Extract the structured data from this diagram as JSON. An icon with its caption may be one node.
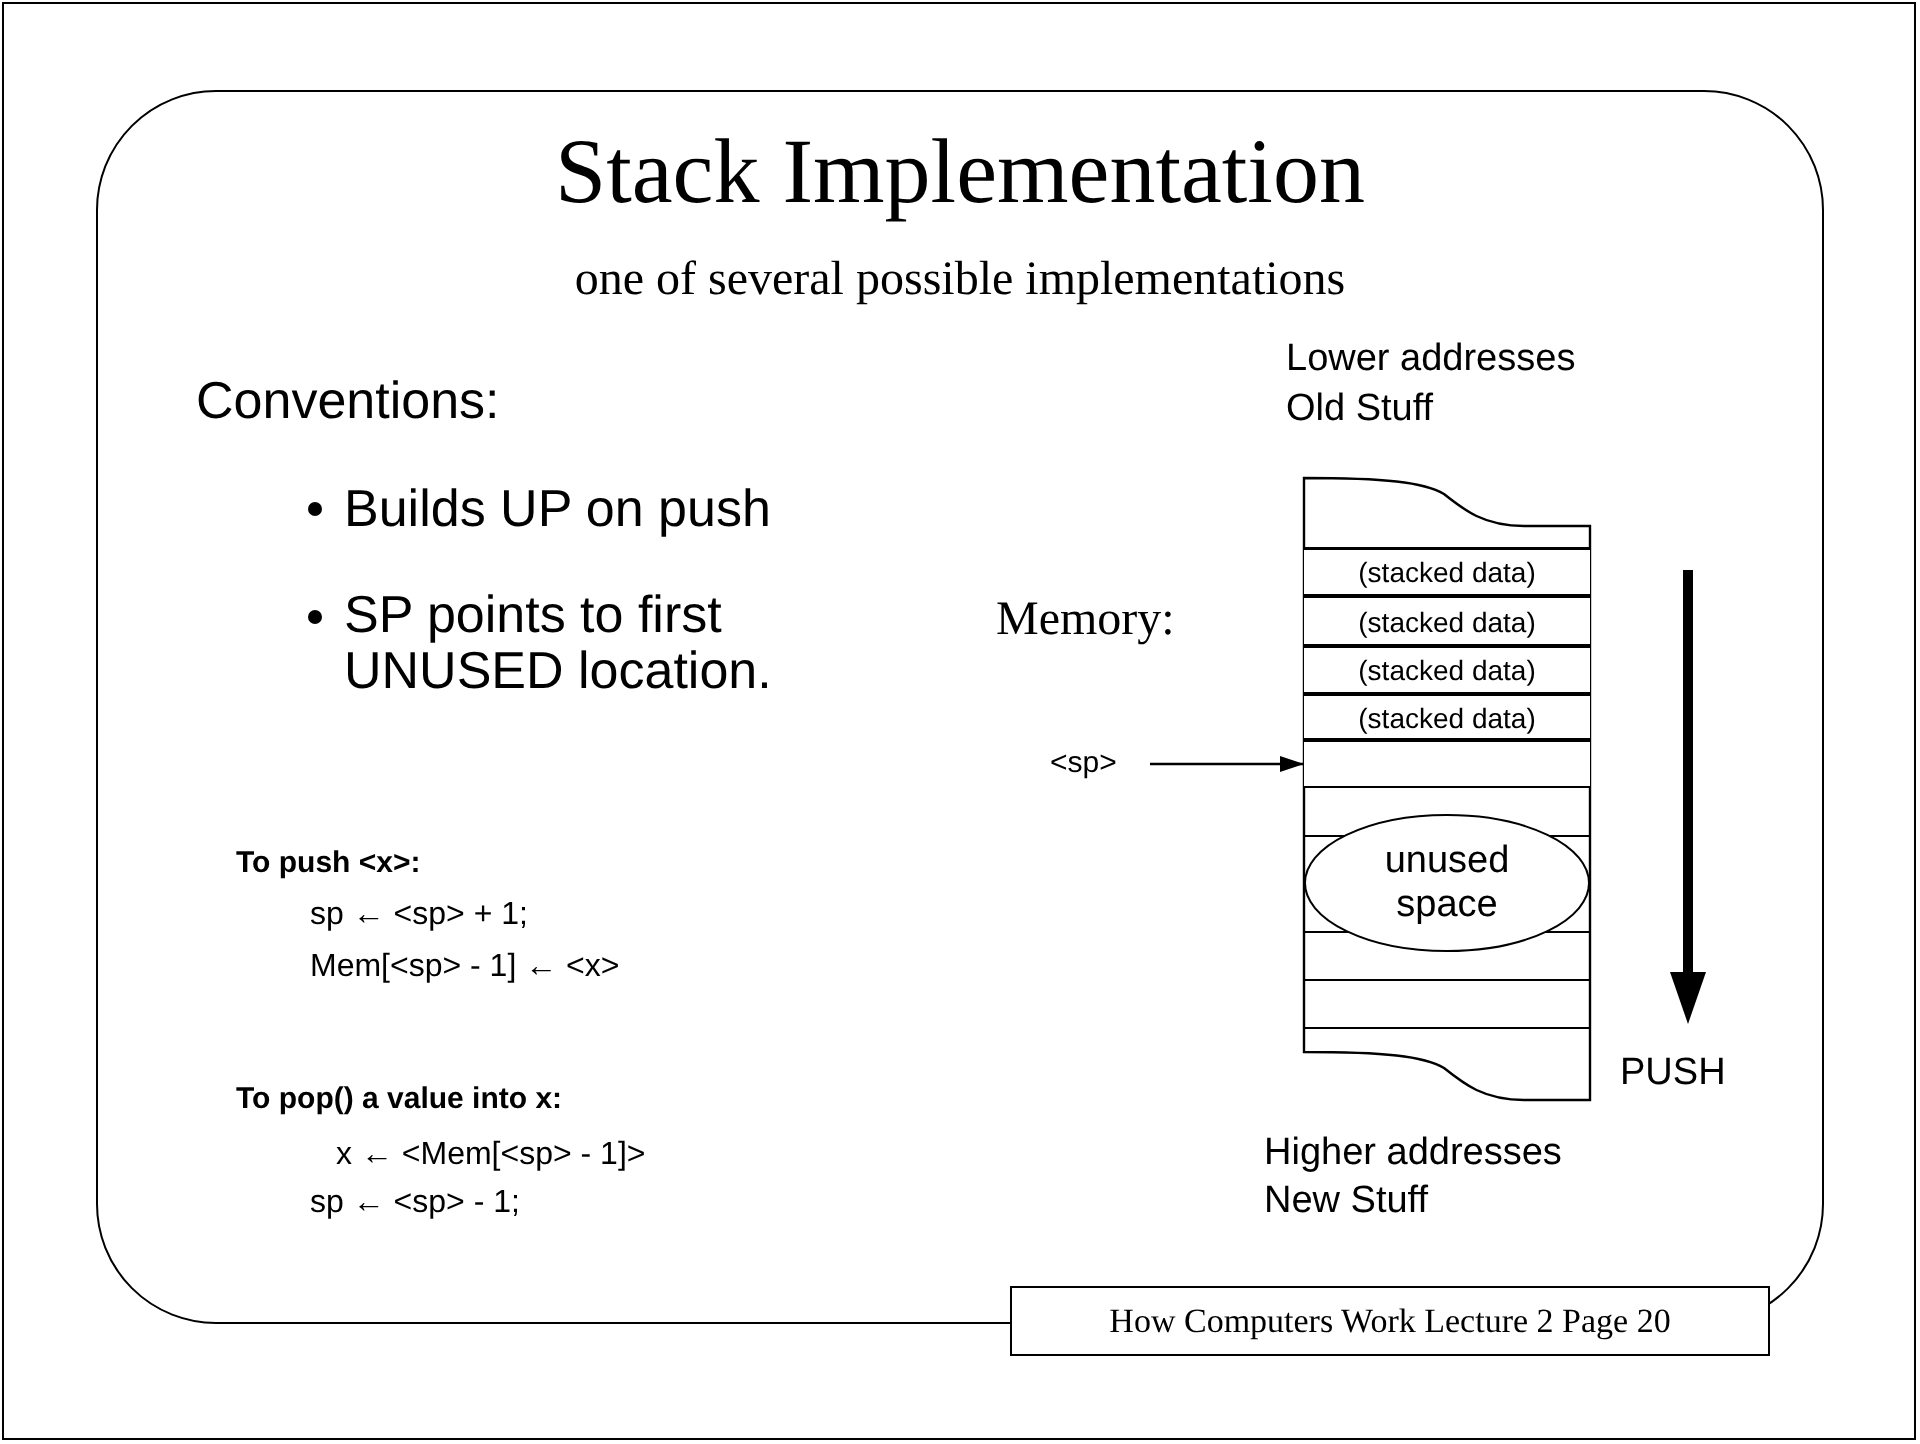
{
  "diagram": {
    "title": "Stack Implementation",
    "caption": "one of several possible implementations",
    "nodes": [
      {
        "text": [],
        "shape": "box"
      },
      {
        "text": [
          "(stacked data)"
        ],
        "in": 0
      },
      {
        "text": [
          "(stacked data)"
        ],
        "in": 0
      },
      {
        "text": [
          "(stacked data)"
        ],
        "in": 0
      },
      {
        "text": [
          "(stacked data)"
        ],
        "in": 0
      },
      {
        "text": [],
        "shape": "box",
        "in": 0
      },
      {
        "text": [
          "unused space"
        ],
        "in": 0
      },
      {
        "text": [
          "<sp>"
        ]
      },
      {
        "text": [
          "How Computers Work Lecture 2 Page 20"
        ]
      }
    ],
    "edges": [
      {
        "from": 7,
        "to": 5,
        "arrow": "to"
      }
    ],
    "labels": [
      "Conventions:",
      "Builds UP on push",
      "SP points to first UNUSED location.",
      "Lower addresses",
      "Old Stuff",
      "Memory:",
      "To push <x>:",
      "sp ← <sp> + 1;",
      "Mem[<sp> - 1] ← <x>",
      "To pop() a value into x:",
      "x ← <Mem[<sp> - 1]>",
      "sp ← <sp> - 1;",
      "PUSH",
      "Higher addresses",
      "New Stuff"
    ]
  }
}
